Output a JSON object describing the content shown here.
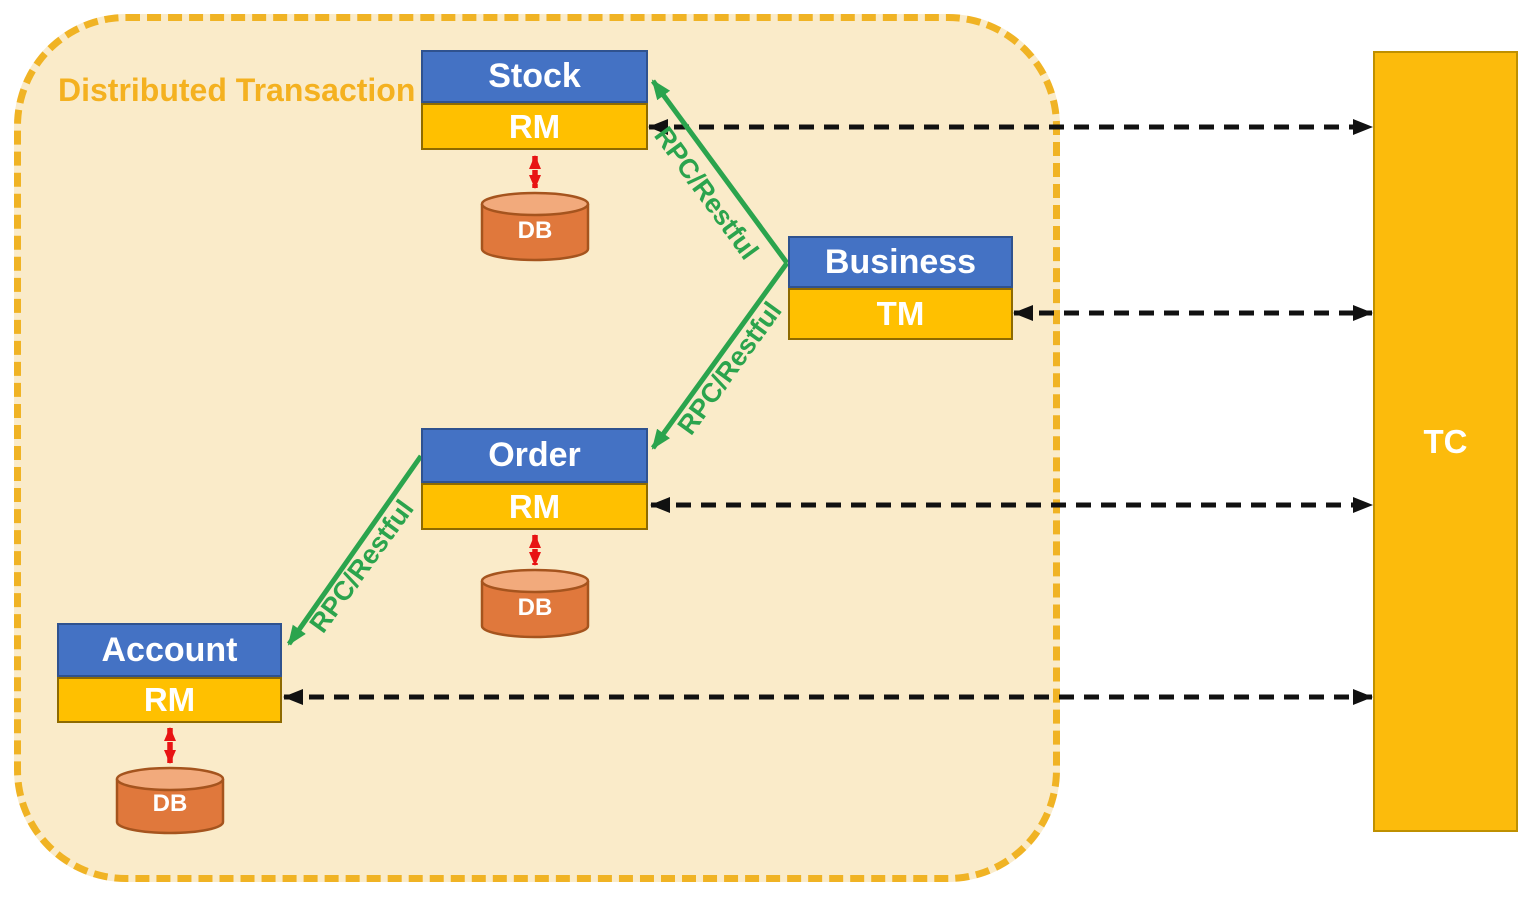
{
  "diagram": {
    "title": "Distributed Transaction",
    "services": [
      {
        "name": "Stock",
        "component": "RM",
        "database": "DB"
      },
      {
        "name": "Business",
        "component": "TM"
      },
      {
        "name": "Order",
        "component": "RM",
        "database": "DB"
      },
      {
        "name": "Account",
        "component": "RM",
        "database": "DB"
      }
    ],
    "coordinator": {
      "name": "TC"
    },
    "rpc_links": [
      {
        "from": "Business",
        "to": "Stock",
        "label": "RPC/Restful"
      },
      {
        "from": "Business",
        "to": "Order",
        "label": "RPC/Restful"
      },
      {
        "from": "Order",
        "to": "Account",
        "label": "RPC/Restful"
      }
    ],
    "tc_links": [
      {
        "from": "Stock.RM",
        "to": "TC"
      },
      {
        "from": "Business.TM",
        "to": "TC"
      },
      {
        "from": "Order.RM",
        "to": "TC"
      },
      {
        "from": "Account.RM",
        "to": "TC"
      }
    ],
    "colors": {
      "service_header": "#4472C4",
      "component_box": "#FFC000",
      "coordinator_box": "#FCBB0C",
      "container_bg": "#FAEBC9",
      "container_border": "#F0B324",
      "rpc_arrow": "#2BA44D",
      "db_arrow": "#E81313",
      "tc_arrow": "#111111",
      "db_body": "#E0783C"
    }
  }
}
